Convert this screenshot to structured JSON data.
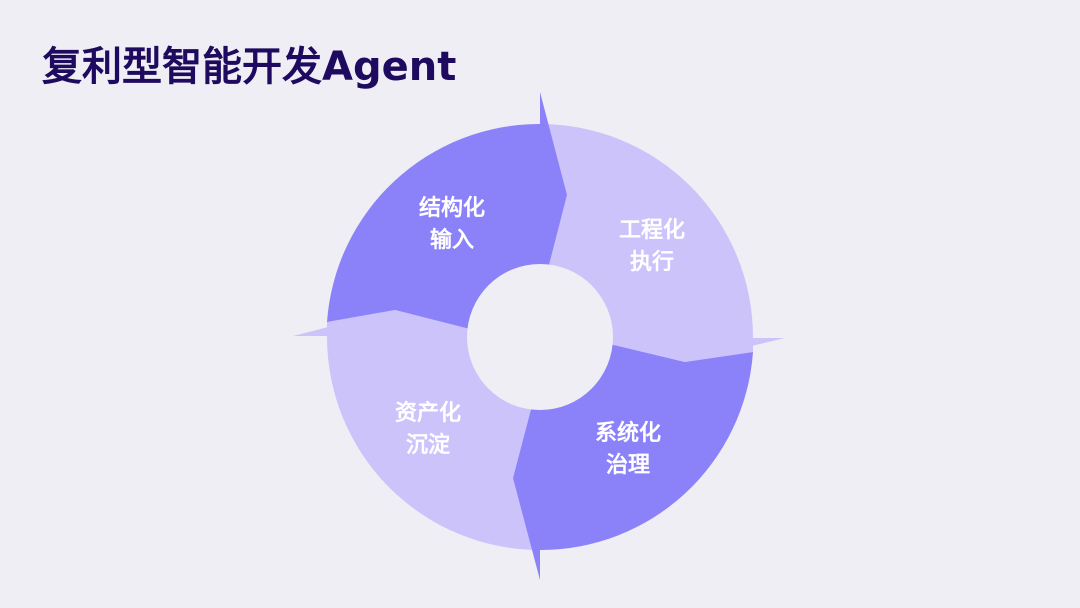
{
  "title": {
    "text": "复利型智能开发Agent"
  },
  "cycle": {
    "colors": {
      "background": "#efeef4",
      "dark": "#8b82f9",
      "light": "#cdc3fb",
      "title": "#1e0a5e",
      "label": "#ffffff"
    },
    "segments": [
      {
        "line1": "结构化",
        "line2": "输入",
        "tone": "dark",
        "position": "top-left"
      },
      {
        "line1": "工程化",
        "line2": "执行",
        "tone": "light",
        "position": "top-right"
      },
      {
        "line1": "系统化",
        "line2": "治理",
        "tone": "dark",
        "position": "bottom-right"
      },
      {
        "line1": "资产化",
        "line2": "沉淀",
        "tone": "light",
        "position": "bottom-left"
      }
    ]
  }
}
